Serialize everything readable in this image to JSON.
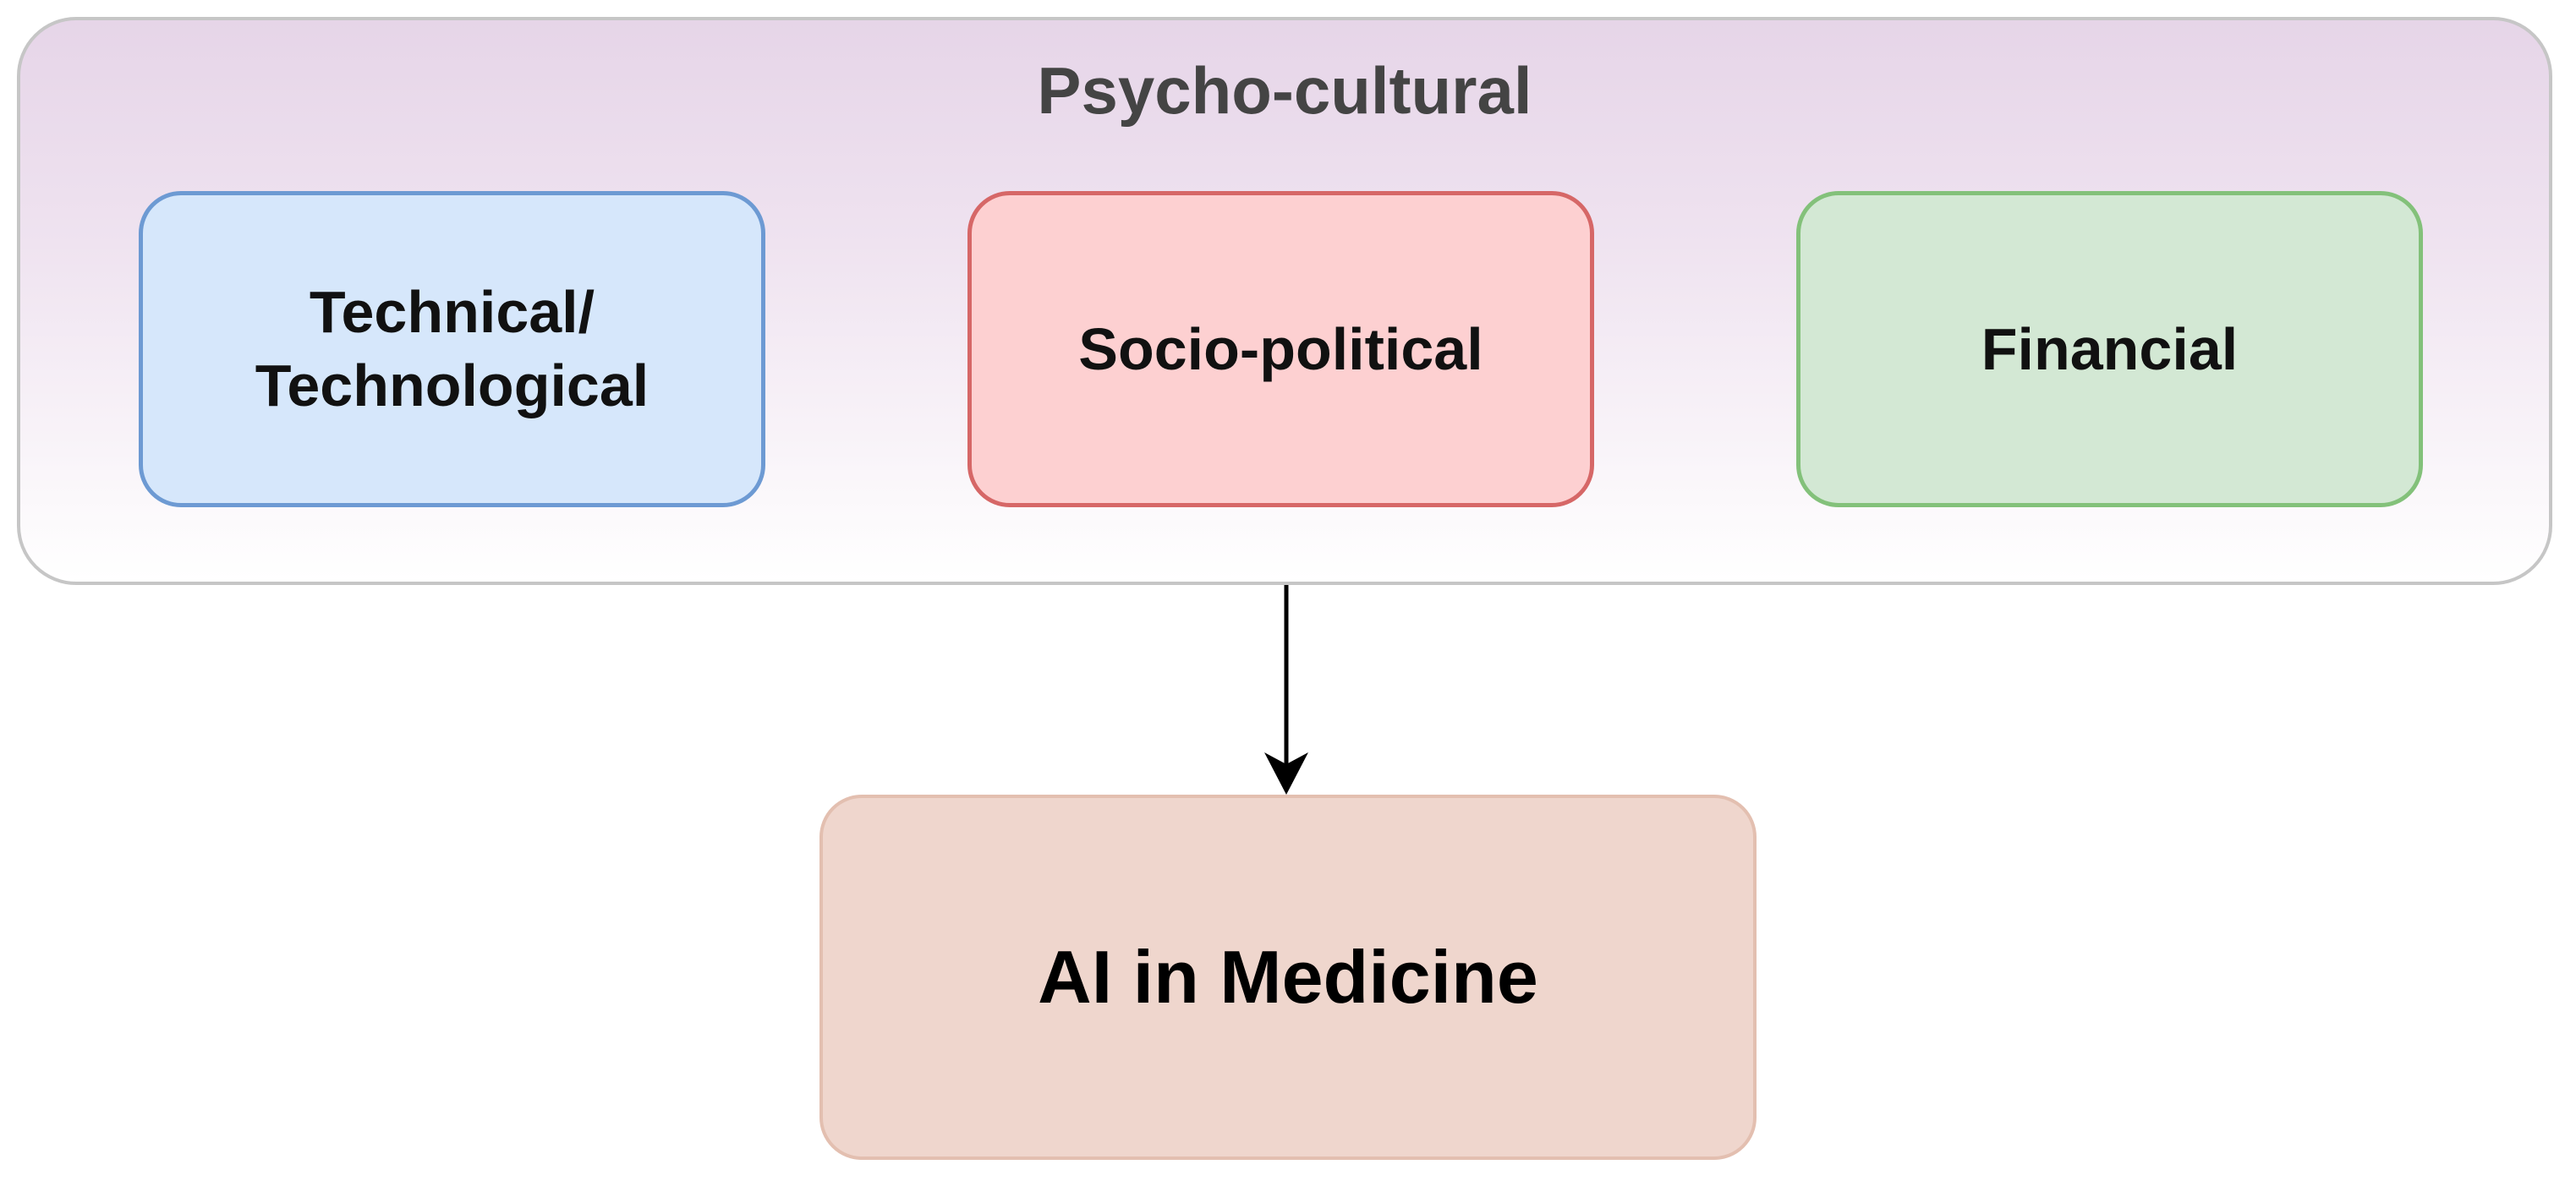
{
  "diagram": {
    "container_title": "Psycho-cultural",
    "boxes": {
      "technical": {
        "line1": "Technical/",
        "line2": "Technological"
      },
      "socio": {
        "label": "Socio-political"
      },
      "financial": {
        "label": "Financial"
      },
      "target": {
        "label": "AI in Medicine"
      }
    }
  },
  "colors": {
    "container_gradient_top": "#e6d5e8",
    "technical_fill": "#d6e7fb",
    "technical_border": "#6d9ad3",
    "socio_fill": "#fdd0d1",
    "socio_border": "#d66767",
    "financial_fill": "#d3e8d4",
    "financial_border": "#83c17a",
    "target_fill": "#efd6cd",
    "arrow": "#000000"
  }
}
